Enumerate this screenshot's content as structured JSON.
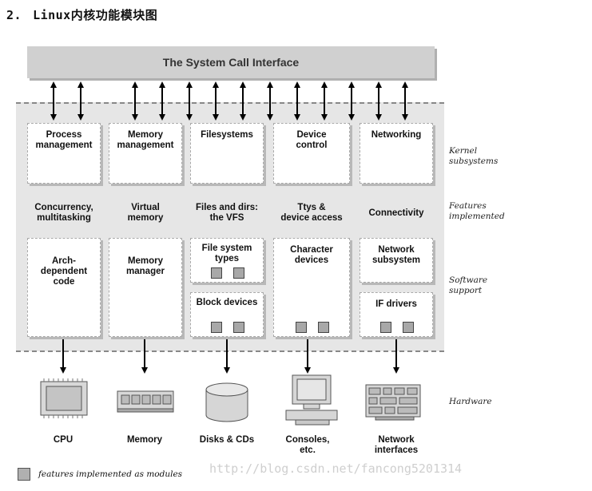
{
  "heading": {
    "number": "2.",
    "title": "Linux内核功能模块图"
  },
  "system_call": "The System Call Interface",
  "side_labels": {
    "kernel": [
      "Kernel",
      "subsystems"
    ],
    "features": [
      "Features",
      "implemented"
    ],
    "software": [
      "Software",
      "support"
    ],
    "hardware": "Hardware"
  },
  "subsystems": [
    [
      "Process",
      "management"
    ],
    [
      "Memory",
      "management"
    ],
    [
      "Filesystems"
    ],
    [
      "Device",
      "control"
    ],
    [
      "Networking"
    ]
  ],
  "features": [
    [
      "Concurrency,",
      "multitasking"
    ],
    [
      "Virtual",
      "memory"
    ],
    [
      "Files and dirs:",
      "the VFS"
    ],
    [
      "Ttys &",
      "device access"
    ],
    [
      "Connectivity"
    ]
  ],
  "software": {
    "arch": [
      "Arch-",
      "dependent",
      "code"
    ],
    "memmgr": [
      "Memory",
      "manager"
    ],
    "fstypes": [
      "File system",
      "types"
    ],
    "blockdev": [
      "Block devices"
    ],
    "chardev": [
      "Character",
      "devices"
    ],
    "netsub": [
      "Network",
      "subsystem"
    ],
    "ifdrivers": [
      "IF drivers"
    ]
  },
  "hardware": [
    [
      "CPU"
    ],
    [
      "Memory"
    ],
    [
      "Disks & CDs"
    ],
    [
      "Consoles,",
      "etc."
    ],
    [
      "Network",
      "interfaces"
    ]
  ],
  "legend": "features implemented as modules",
  "watermark": "http://blog.csdn.net/fancong5201314"
}
